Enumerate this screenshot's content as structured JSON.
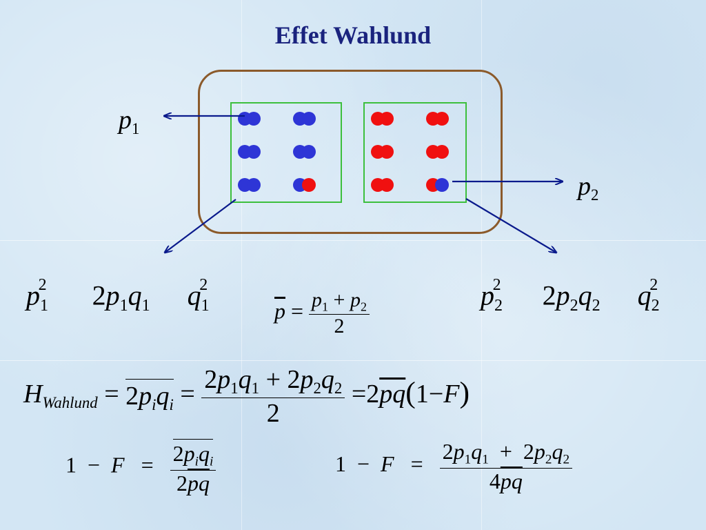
{
  "title": "Effet Wahlund",
  "labels": {
    "p1": {
      "base": "p",
      "sub": "1"
    },
    "p2": {
      "base": "p",
      "sub": "2"
    }
  },
  "groups": [
    {
      "name": "population-1",
      "dots": [
        [
          "blue",
          "blue"
        ],
        [
          "blue",
          "blue"
        ],
        [
          "blue",
          "blue"
        ],
        [
          "blue",
          "blue"
        ],
        [
          "blue",
          "blue"
        ],
        [
          "blue",
          "red"
        ]
      ]
    },
    {
      "name": "population-2",
      "dots": [
        [
          "red",
          "red"
        ],
        [
          "red",
          "red"
        ],
        [
          "red",
          "red"
        ],
        [
          "red",
          "red"
        ],
        [
          "red",
          "red"
        ],
        [
          "red",
          "blue"
        ]
      ]
    }
  ],
  "colors": {
    "blue_allele": "#2e35d6",
    "red_allele": "#f01010",
    "group_border": "#3cbf3c",
    "outer_border": "#8b5a2b",
    "arrow": "#0a1a8c",
    "title": "#1a237e"
  },
  "formulas": {
    "left_freqs": {
      "p_sq": "p",
      "p_sq_sub": "1",
      "p_sq_sup": "2",
      "two": "2",
      "p": "p",
      "p_sub": "1",
      "q": "q",
      "q_sub": "1",
      "q_sq": "q",
      "q_sq_sub": "1",
      "q_sq_sup": "2"
    },
    "right_freqs": {
      "p_sq": "p",
      "p_sq_sub": "2",
      "p_sq_sup": "2",
      "two": "2",
      "p": "p",
      "p_sub": "2",
      "q": "q",
      "q_sub": "2",
      "q_sq": "q",
      "q_sq_sub": "2",
      "q_sq_sup": "2"
    },
    "pbar": {
      "lhs": "p",
      "eq": "=",
      "num_p1": "p",
      "num_p1_sub": "1",
      "plus": "+",
      "num_p2": "p",
      "num_p2_sub": "2",
      "den": "2"
    },
    "h_wahlund": {
      "H": "H",
      "H_sub": "Wahlund",
      "eq1": "=",
      "two1": "2",
      "pi": "p",
      "pi_sub": "i",
      "qi": "q",
      "qi_sub": "i",
      "eq2": "=",
      "num": {
        "two_a": "2",
        "p1": "p",
        "p1_sub": "1",
        "q1": "q",
        "q1_sub": "1",
        "plus": "+",
        "two_b": "2",
        "p2": "p",
        "p2_sub": "2",
        "q2": "q",
        "q2_sub": "2"
      },
      "den": "2",
      "eq3": "=",
      "two2": "2",
      "pq": "pq",
      "lparen": "(",
      "one": "1",
      "minus": "−",
      "F": "F",
      "rparen": ")"
    },
    "one_minus_f_left": {
      "one": "1",
      "minus": "−",
      "F": "F",
      "eq": "=",
      "num_two": "2",
      "num_p": "p",
      "num_p_sub": "i",
      "num_q": "q",
      "num_q_sub": "i",
      "den_two": "2",
      "den_pq": "pq"
    },
    "one_minus_f_right": {
      "one": "1",
      "minus": "−",
      "F": "F",
      "eq": "=",
      "two_a": "2",
      "p1": "p",
      "p1_sub": "1",
      "q1": "q",
      "q1_sub": "1",
      "plus": "+",
      "two_b": "2",
      "p2": "p",
      "p2_sub": "2",
      "q2": "q",
      "q2_sub": "2",
      "den_four": "4",
      "den_pq": "pq"
    }
  }
}
